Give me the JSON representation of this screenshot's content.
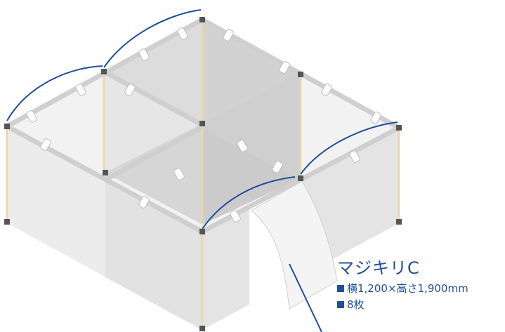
{
  "callout": {
    "title": "マジキリC",
    "specs": [
      "横1,200×高さ1,900mm",
      "8枚"
    ]
  },
  "colors": {
    "accent": "#1f4e9a",
    "panel_light": "#ededed",
    "panel_mid": "#d9d9d9",
    "panel_dark": "#c7c7c7",
    "pole": "#e8d8b0",
    "joint": "#555555"
  }
}
